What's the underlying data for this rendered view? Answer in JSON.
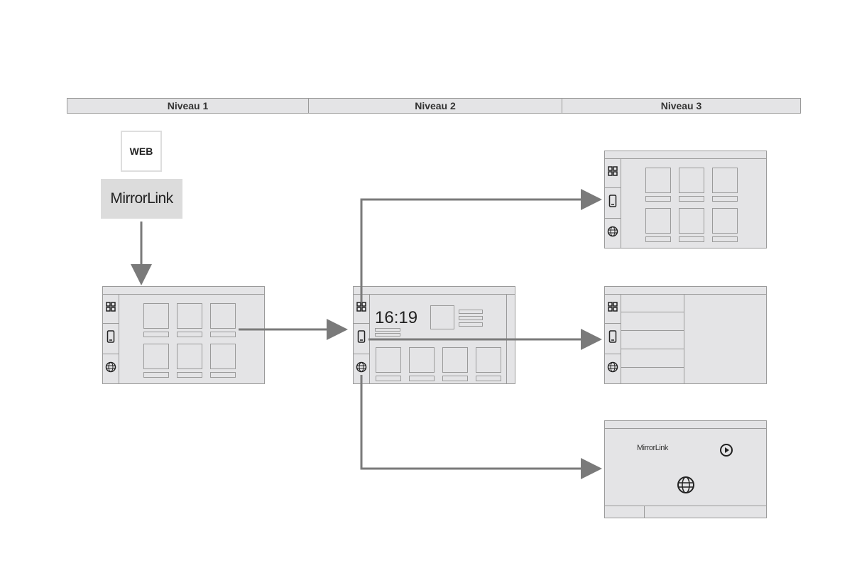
{
  "header": {
    "levels": [
      "Niveau 1",
      "Niveau 2",
      "Niveau 3"
    ]
  },
  "level1": {
    "web_label": "WEB",
    "mirrorlink_logo": "MirrorLink"
  },
  "level2": {
    "clock": "16:19"
  },
  "level3": {
    "mirrorlink_logo": "MirrorLink"
  },
  "icons": {
    "sidebar": [
      "grid-icon",
      "phone-icon",
      "globe-icon"
    ],
    "play": "play-circle-icon"
  },
  "colors": {
    "screen_bg": "#e4e4e6",
    "border": "#9a9a9a",
    "arrow": "#7a7a7a"
  }
}
